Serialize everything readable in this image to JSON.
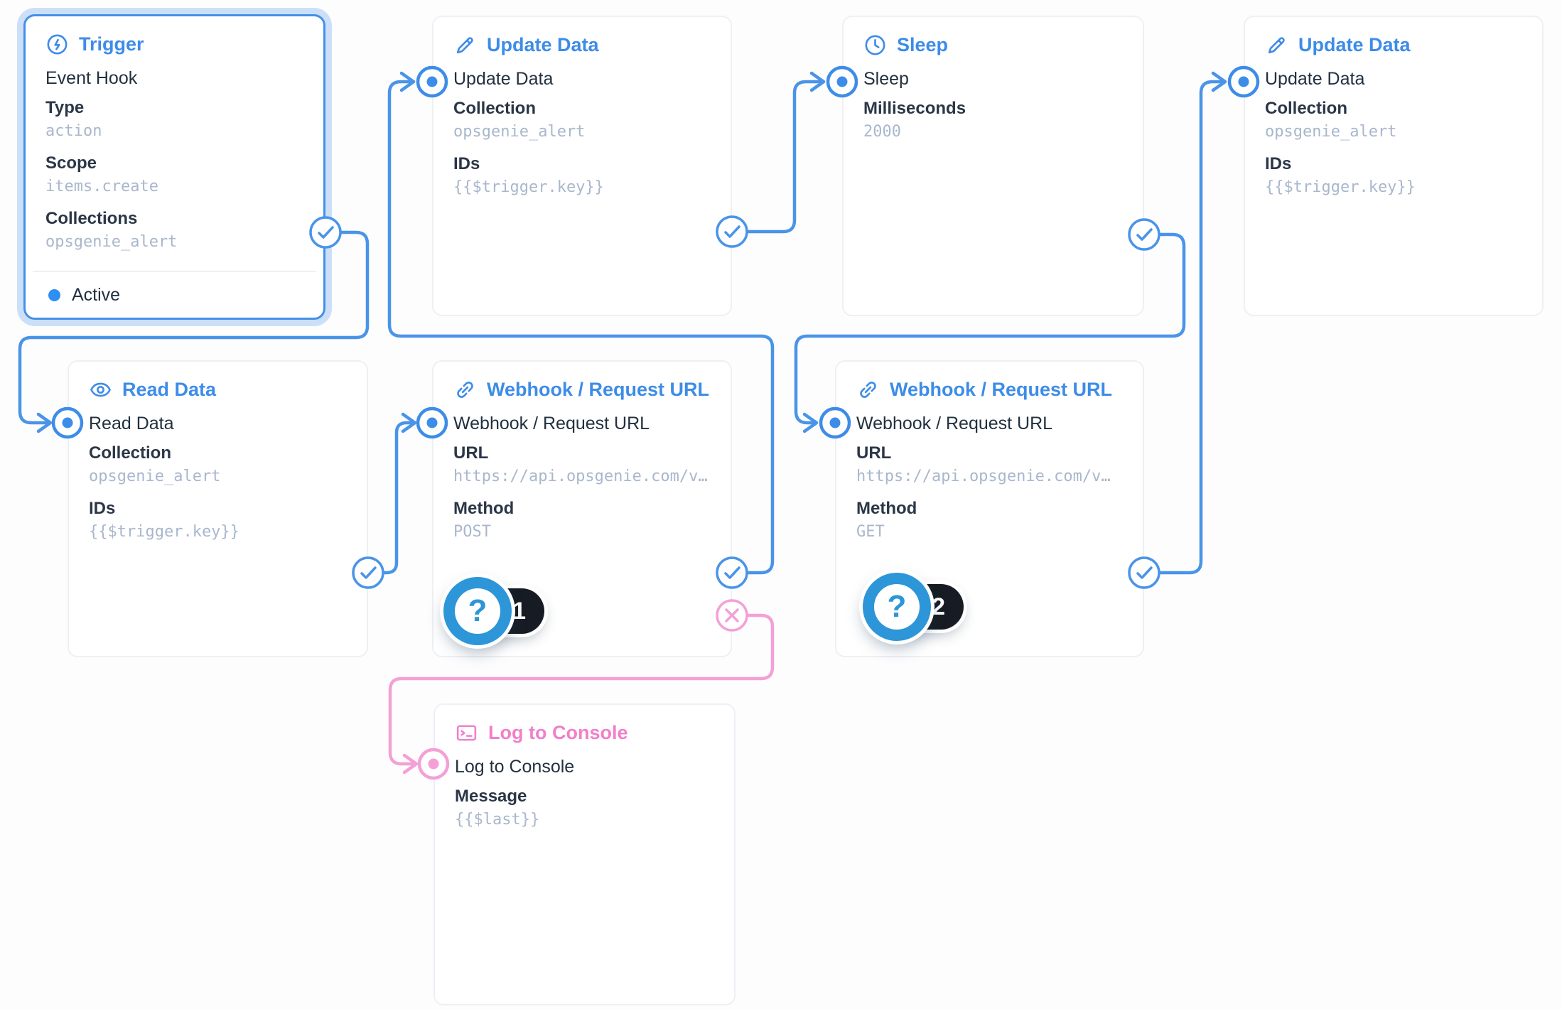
{
  "colors": {
    "accent_blue": "#3d8ce8",
    "wire_blue": "#4a94e8",
    "accent_pink": "#f27fca",
    "wire_pink": "#f4a0d6",
    "node_border": "#eef0f4",
    "selected_glow": "#bcd8f5",
    "text_dark": "#22303f",
    "label_dark": "#2b3647",
    "mono_muted": "#a9b7cd",
    "badge_blue": "#2d96d8",
    "pill_black": "#171c24",
    "active_dot": "#2d8ff2",
    "canvas_bg": "#fdfdfe"
  },
  "nodes": {
    "trigger": {
      "title": "Trigger",
      "icon": "zap-circle-icon",
      "operation": "Event Hook",
      "fields": [
        {
          "label": "Type",
          "value": "action"
        },
        {
          "label": "Scope",
          "value": "items.create"
        },
        {
          "label": "Collections",
          "value": "opsgenie_alert"
        }
      ],
      "status": "Active"
    },
    "update_data_1": {
      "title": "Update Data",
      "icon": "pencil-icon",
      "operation": "Update Data",
      "fields": [
        {
          "label": "Collection",
          "value": "opsgenie_alert"
        },
        {
          "label": "IDs",
          "value": "{{$trigger.key}}"
        }
      ]
    },
    "sleep": {
      "title": "Sleep",
      "icon": "clock-icon",
      "operation": "Sleep",
      "fields": [
        {
          "label": "Milliseconds",
          "value": "2000"
        }
      ]
    },
    "update_data_2": {
      "title": "Update Data",
      "icon": "pencil-icon",
      "operation": "Update Data",
      "fields": [
        {
          "label": "Collection",
          "value": "opsgenie_alert"
        },
        {
          "label": "IDs",
          "value": "{{$trigger.key}}"
        }
      ]
    },
    "read_data": {
      "title": "Read Data",
      "icon": "eye-icon",
      "operation": "Read Data",
      "fields": [
        {
          "label": "Collection",
          "value": "opsgenie_alert"
        },
        {
          "label": "IDs",
          "value": "{{$trigger.key}}"
        }
      ]
    },
    "webhook_post": {
      "title": "Webhook / Request URL",
      "icon": "link-icon",
      "operation": "Webhook / Request URL",
      "fields": [
        {
          "label": "URL",
          "value": "https://api.opsgenie.com/v…"
        },
        {
          "label": "Method",
          "value": "POST"
        }
      ]
    },
    "webhook_get": {
      "title": "Webhook / Request URL",
      "icon": "link-icon",
      "operation": "Webhook / Request URL",
      "fields": [
        {
          "label": "URL",
          "value": "https://api.opsgenie.com/v…"
        },
        {
          "label": "Method",
          "value": "GET"
        }
      ]
    },
    "log_to_console": {
      "title": "Log to Console",
      "icon": "terminal-icon",
      "operation": "Log to Console",
      "fields": [
        {
          "label": "Message",
          "value": "{{$last}}"
        }
      ]
    }
  },
  "badges": [
    {
      "glyph": "?",
      "count": "1"
    },
    {
      "glyph": "?",
      "count": "2"
    }
  ]
}
